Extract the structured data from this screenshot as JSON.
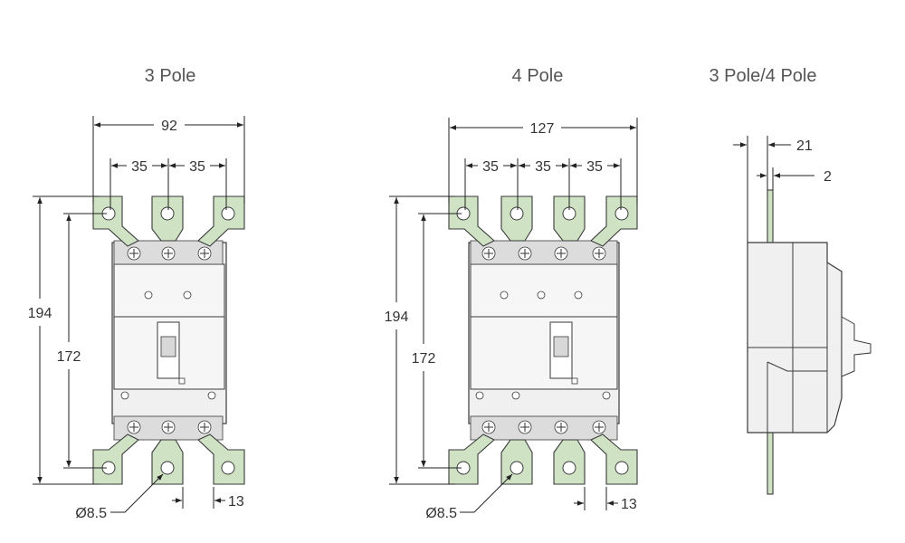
{
  "titles": {
    "three_pole": "3 Pole",
    "four_pole": "4 Pole",
    "side": "3 Pole/4 Pole"
  },
  "three_pole": {
    "width": "92",
    "pitch_1": "35",
    "pitch_2": "35",
    "height_total": "194",
    "hole_spacing": "172",
    "hole_diameter": "Ø8.5",
    "bar_width": "13"
  },
  "four_pole": {
    "width": "127",
    "pitch_1": "35",
    "pitch_2": "35",
    "pitch_3": "35",
    "height_total": "194",
    "hole_spacing": "172",
    "hole_diameter": "Ø8.5",
    "bar_width": "13"
  },
  "side": {
    "depth": "21",
    "bar_thickness": "2"
  },
  "colors": {
    "busbar": "#cfe2c4",
    "outline": "#3a3a3a",
    "text": "#333333"
  }
}
